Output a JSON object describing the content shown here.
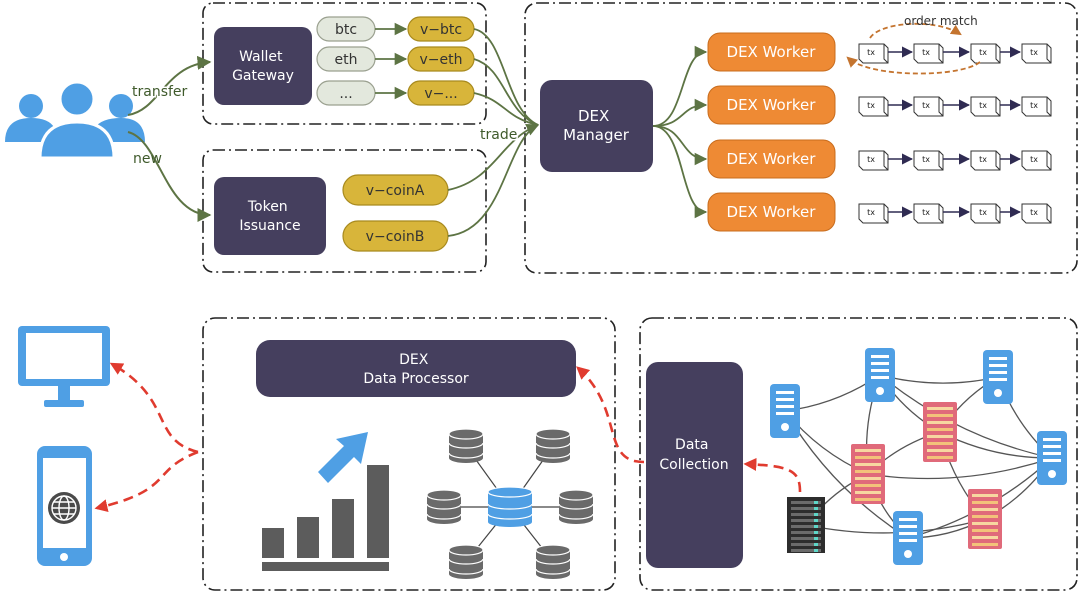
{
  "top": {
    "users_edge_transfer": "transfer",
    "users_edge_new": "new",
    "wallet_gateway": [
      "Wallet",
      "Gateway"
    ],
    "coins": [
      "btc",
      "eth",
      "..."
    ],
    "vcoins": [
      "v−btc",
      "v−eth",
      "v−..."
    ],
    "token_issuance": [
      "Token",
      "Issuance"
    ],
    "issued": [
      "v−coinA",
      "v−coinB"
    ],
    "trade_label": "trade",
    "dex_manager": [
      "DEX",
      "Manager"
    ],
    "worker_label": "DEX Worker",
    "worker_count": 4,
    "tx_label": "tx",
    "tx_per_chain": 4,
    "order_match": "order match"
  },
  "bottom": {
    "processor": [
      "DEX",
      "Data Processor"
    ],
    "collection": [
      "Data",
      "Collection"
    ]
  },
  "colors": {
    "dark_box": "#453f5e",
    "coin_fill": "#e3e8dd",
    "vcoin_fill": "#d8b53a",
    "worker_fill": "#ee8a34",
    "arrow_green": "#5d7444",
    "arrow_red": "#e03b2f",
    "arrow_orange": "#c4742f",
    "icon_blue": "#4f9fe4",
    "server_red": "#e06a7a",
    "db_gray": "#6a6a6a",
    "bar_gray": "#5c5c5c"
  }
}
